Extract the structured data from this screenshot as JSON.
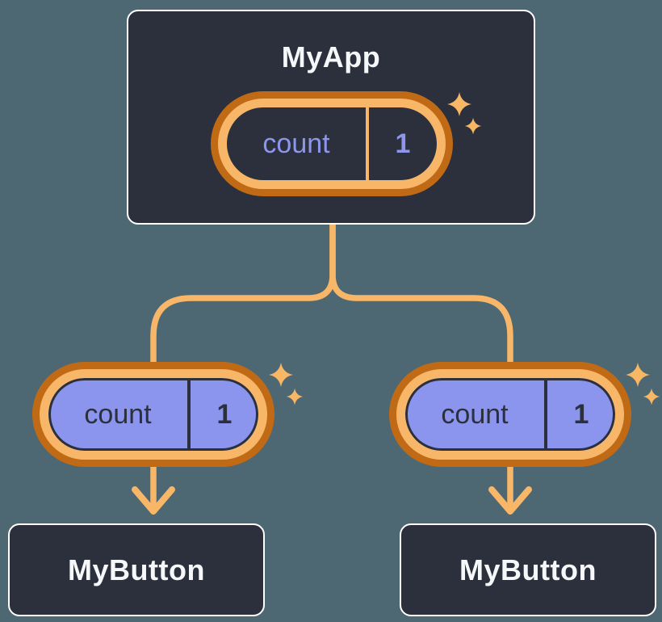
{
  "diagram": {
    "description": "component state tree",
    "root": {
      "label": "MyApp",
      "state": {
        "name": "count",
        "value": "1"
      }
    },
    "children": [
      {
        "label": "MyButton",
        "state": {
          "name": "count",
          "value": "1"
        }
      },
      {
        "label": "MyButton",
        "state": {
          "name": "count",
          "value": "1"
        }
      }
    ],
    "icons": {
      "sparkle": "✦"
    },
    "colors": {
      "background": "#4D6773",
      "node_fill": "#2B303C",
      "node_border": "#FFFFFF",
      "node_text": "#F6F7F9",
      "state_pill_fill": "#8B95EE",
      "state_text_on_dark": "#8D96EC",
      "state_text_on_light": "#2B303C",
      "accent_orange_light": "#F8B768",
      "accent_orange_dark": "#C06A15"
    }
  }
}
